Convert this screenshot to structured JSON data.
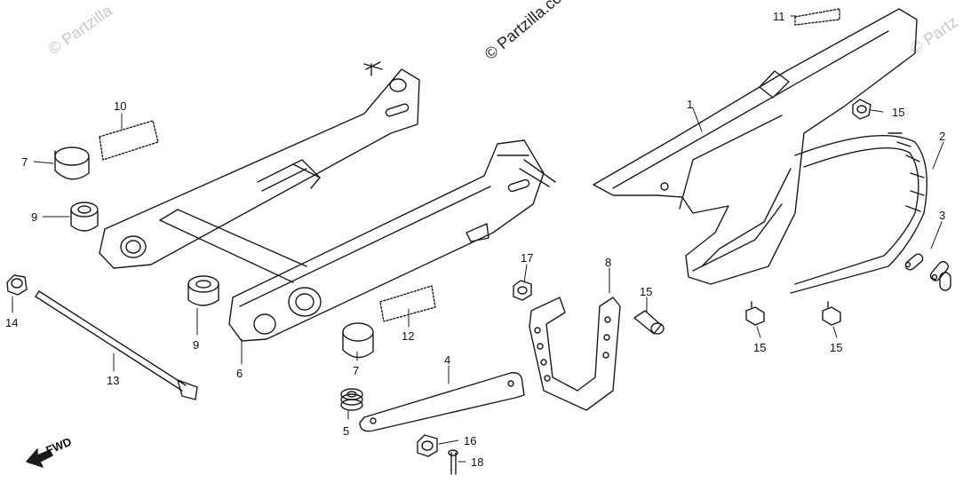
{
  "watermark": {
    "main": "© Partzilla.com",
    "left": "© Partzilla",
    "right": "© Partz"
  },
  "fwd_label": "FWD",
  "callouts": {
    "c1": "1",
    "c2": "2",
    "c3": "3",
    "c4": "4",
    "c5": "5",
    "c6": "6",
    "c7a": "7",
    "c7b": "7",
    "c8": "8",
    "c9a": "9",
    "c9b": "9",
    "c10": "10",
    "c11": "11",
    "c12": "12",
    "c13": "13",
    "c14": "14",
    "c15a": "15",
    "c15b": "15",
    "c15c": "15",
    "c15d": "15",
    "c16": "16",
    "c17": "17",
    "c18": "18"
  },
  "colors": {
    "line": "#1a1a1a",
    "watermark": "#c8c8c8",
    "background": "#ffffff"
  }
}
